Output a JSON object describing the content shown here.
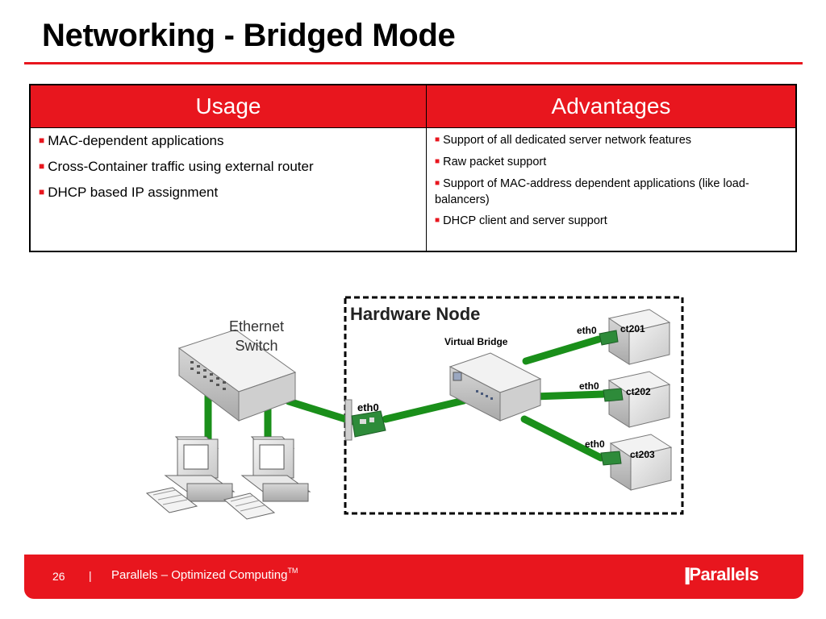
{
  "slide": {
    "title": "Networking - Bridged Mode"
  },
  "table": {
    "headers": [
      "Usage",
      "Advantages"
    ],
    "usage": [
      "MAC-dependent applications",
      "Cross-Container traffic using external router",
      "DHCP based IP assignment"
    ],
    "advantages": [
      "Support of all dedicated server network features",
      "Raw packet support",
      "Support of MAC-address dependent applications (like load-balancers)",
      "DHCP client and server support"
    ]
  },
  "diagram": {
    "switch_label_line1": "Ethernet",
    "switch_label_line2": "Switch",
    "node_title": "Hardware Node",
    "bridge_label": "Virtual Bridge",
    "host_nic_label": "eth0",
    "containers": [
      {
        "name": "ct201",
        "nic": "eth0"
      },
      {
        "name": "ct202",
        "nic": "eth0"
      },
      {
        "name": "ct203",
        "nic": "eth0"
      }
    ]
  },
  "footer": {
    "page_number": "26",
    "separator": "|",
    "tagline": "Parallels – Optimized Computing",
    "trademark": "TM",
    "logo_text": "Parallels"
  },
  "colors": {
    "accent_red": "#e8161e",
    "cable_green": "#1a8f1a"
  }
}
